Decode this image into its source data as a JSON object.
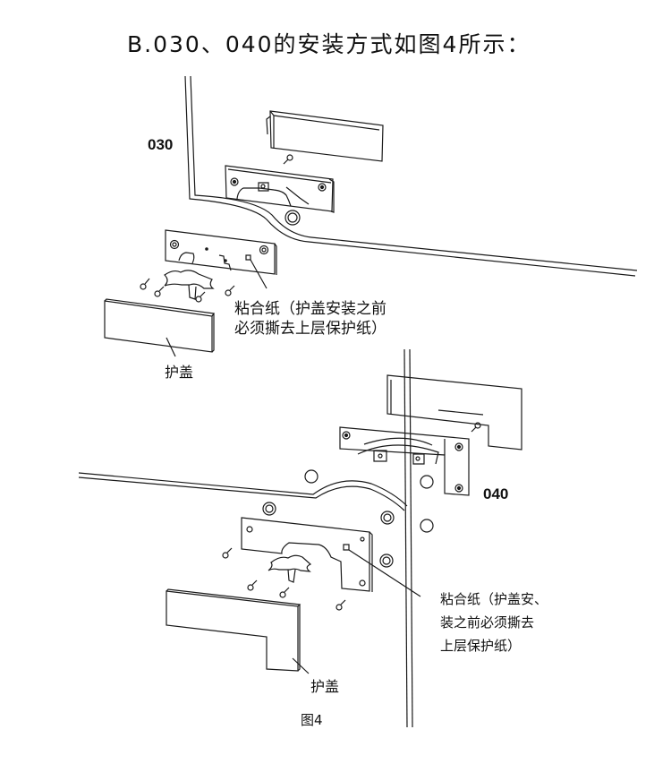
{
  "title": "B.030、040的安装方式如图4所示：",
  "diagram": {
    "model_top": "030",
    "model_bottom": "040",
    "note_top": [
      "粘合纸（护盖安装之前",
      "必须撕去上层保护纸）"
    ],
    "note_bottom": [
      "粘合纸（护盖安、",
      "装之前必须撕去",
      "上层保护纸）"
    ],
    "cover_label_top": "护盖",
    "cover_label_bottom": "护盖",
    "figure_caption": "图4"
  },
  "colors": {
    "line": "#1a1a1a",
    "background": "#ffffff"
  }
}
